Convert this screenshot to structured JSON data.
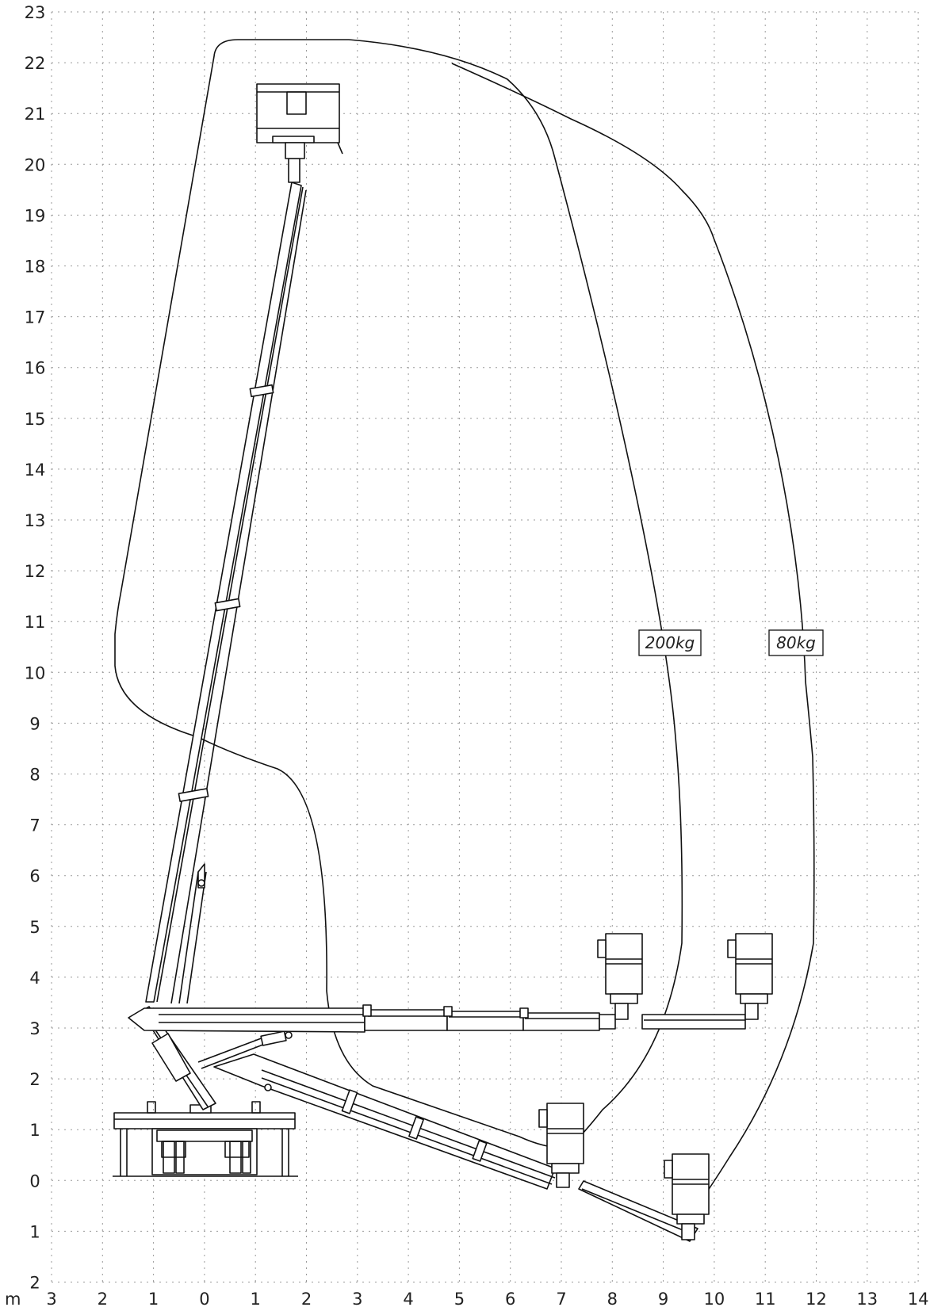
{
  "diagram": {
    "unit_label": "m",
    "x_axis": {
      "tick_labels": [
        "3",
        "2",
        "1",
        "0",
        "1",
        "2",
        "3",
        "4",
        "5",
        "6",
        "7",
        "8",
        "9",
        "10",
        "11",
        "12",
        "13",
        "14"
      ]
    },
    "y_axis": {
      "tick_labels": [
        "23",
        "22",
        "21",
        "20",
        "19",
        "18",
        "17",
        "16",
        "15",
        "14",
        "13",
        "12",
        "11",
        "10",
        "9",
        "8",
        "7",
        "6",
        "5",
        "4",
        "3",
        "2",
        "1",
        "0",
        "1",
        "2"
      ]
    },
    "load_envelopes": [
      {
        "label": "200kg"
      },
      {
        "label": "80kg"
      }
    ]
  }
}
